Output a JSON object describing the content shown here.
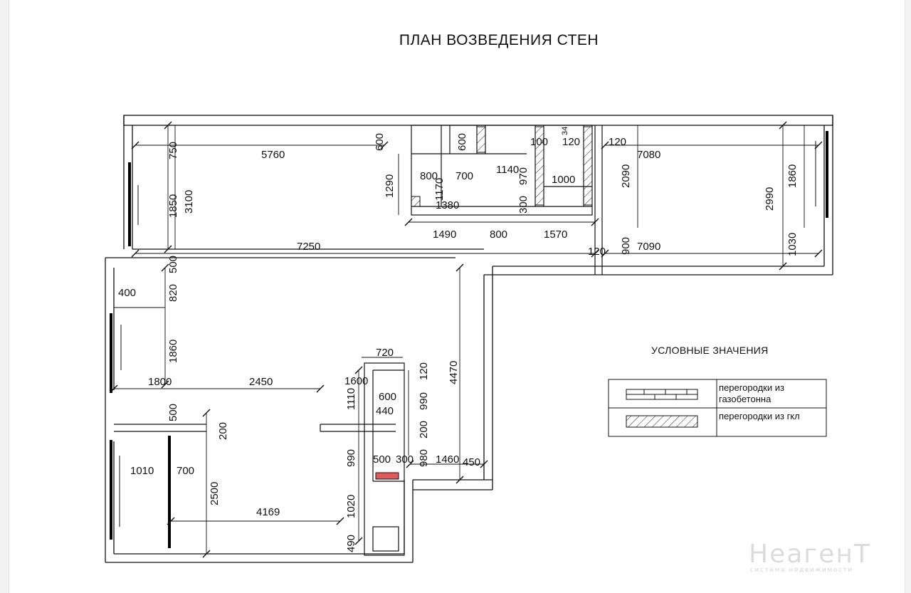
{
  "title": "ПЛАН ВОЗВЕДЕНИЯ СТЕН",
  "legend": {
    "heading": "УСЛОВНЫЕ ЗНАЧЕНИЯ",
    "items": [
      {
        "label": "перегородки из газобетонна",
        "pattern": "gas-concrete-block"
      },
      {
        "label": "перегородки из гкл",
        "pattern": "drywall-hatch"
      }
    ]
  },
  "dimensions": {
    "d5760": "5760",
    "d600a": "600",
    "d600b": "600",
    "d100": "100",
    "d120a": "120",
    "d120b": "120",
    "d7080": "7080",
    "d750": "750",
    "d1290": "1290",
    "d800a": "800",
    "d700a": "700",
    "d1140": "1140",
    "d970": "970",
    "d1000": "1000",
    "d1170": "1170",
    "d2090": "2090",
    "d2990": "2990",
    "d1860a": "1860",
    "d1850": "1850",
    "d3100": "3100",
    "d1380": "1380",
    "d300a": "300",
    "d1490": "1490",
    "d800b": "800",
    "d1570": "1570",
    "d1030": "1030",
    "d7250": "7250",
    "d120c": "120",
    "d900": "900",
    "d7090": "7090",
    "d500a": "500",
    "d400": "400",
    "d820": "820",
    "d1860b": "1860",
    "d4470": "4470",
    "d720": "720",
    "d120d": "120",
    "d1800": "1800",
    "d2450": "2450",
    "d1600": "1600",
    "d1110": "1110",
    "d600c": "600",
    "d990a": "990",
    "d440": "440",
    "d500b": "500",
    "d200a": "200",
    "d200b": "200",
    "d990b": "990",
    "d500c": "500",
    "d300b": "300",
    "d980": "980",
    "d1460": "1460",
    "d450": "450",
    "d1010": "1010",
    "d700b": "700",
    "d2500": "2500",
    "d4169": "4169",
    "d1020": "1020",
    "d490": "490",
    "d34": "34"
  },
  "watermark": {
    "brand": "НеагенТ",
    "tagline": "система недвижимости"
  },
  "colors": {
    "line": "#111111",
    "highlight": "#e05a5a"
  }
}
